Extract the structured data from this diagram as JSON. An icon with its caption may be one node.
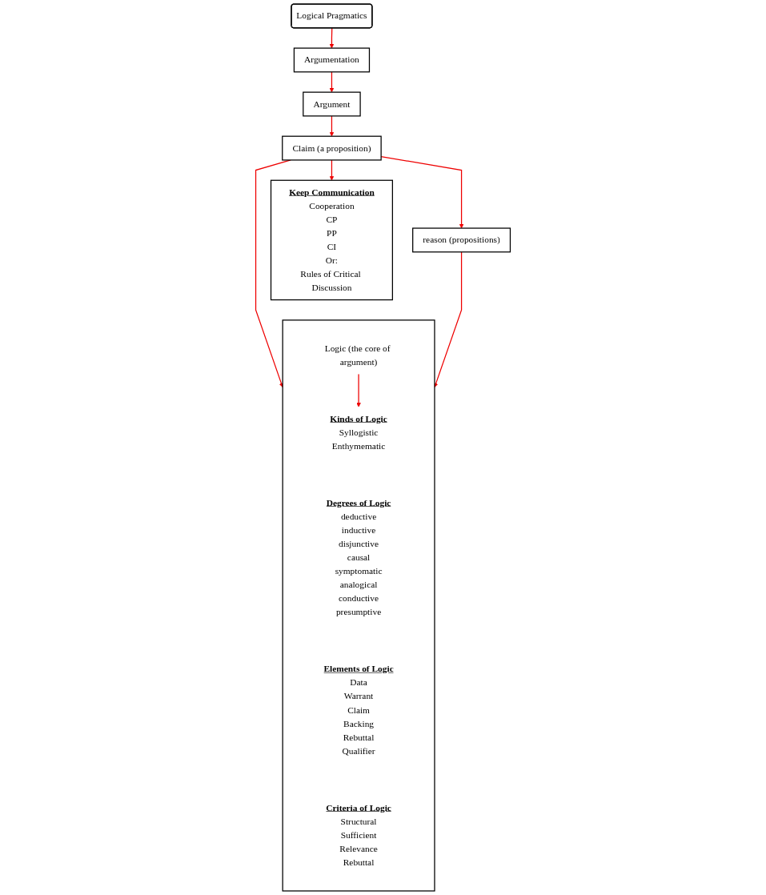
{
  "diagram": {
    "nodes": [
      {
        "text": [
          "Logical Pragmatics"
        ]
      },
      {
        "text": [
          "Argumentation"
        ]
      },
      {
        "text": [
          "Argument"
        ]
      },
      {
        "text": [
          "Claim (a proposition)"
        ]
      },
      {
        "text": [
          "reason (propositions)"
        ]
      },
      {
        "text": [
          "Keep Communication",
          "Cooperation",
          "CP",
          "PP",
          "CI",
          "Or:",
          "Rules of Critical Discussion"
        ]
      },
      {
        "text": [],
        "shape": "box"
      },
      {
        "text": [
          "Logic (the core of argument)"
        ],
        "in": 6
      },
      {
        "text": [
          "Kinds of Logic",
          "Syllogistic",
          "Enthymematic"
        ],
        "in": 6
      },
      {
        "text": [
          "Degrees of Logic",
          "deductive",
          "inductive",
          "disjunctive",
          "causal",
          "symptomatic",
          "analogical",
          "conductive",
          "presumptive"
        ],
        "in": 6
      },
      {
        "text": [
          "Elements of Logic",
          "Data",
          "Warrant",
          "Claim",
          "Backing",
          "Rebuttal",
          "Qualifier"
        ],
        "in": 6
      },
      {
        "text": [
          "Criteria of Logic",
          "Structural",
          "Sufficient",
          "Relevance",
          "Rebuttal"
        ],
        "in": 6
      }
    ],
    "edges": [
      {
        "from": 0,
        "to": 1,
        "arrow": "to"
      },
      {
        "from": 1,
        "to": 2,
        "arrow": "to"
      },
      {
        "from": 2,
        "to": 3,
        "arrow": "to"
      },
      {
        "from": 3,
        "to": 4,
        "arrow": "to"
      },
      {
        "from": 3,
        "to": 5,
        "arrow": "to"
      },
      {
        "from": 3,
        "to": 6,
        "arrow": "to"
      },
      {
        "from": 4,
        "to": 6,
        "arrow": "to"
      },
      {
        "from": 7,
        "to": 8,
        "arrow": "to"
      }
    ]
  }
}
